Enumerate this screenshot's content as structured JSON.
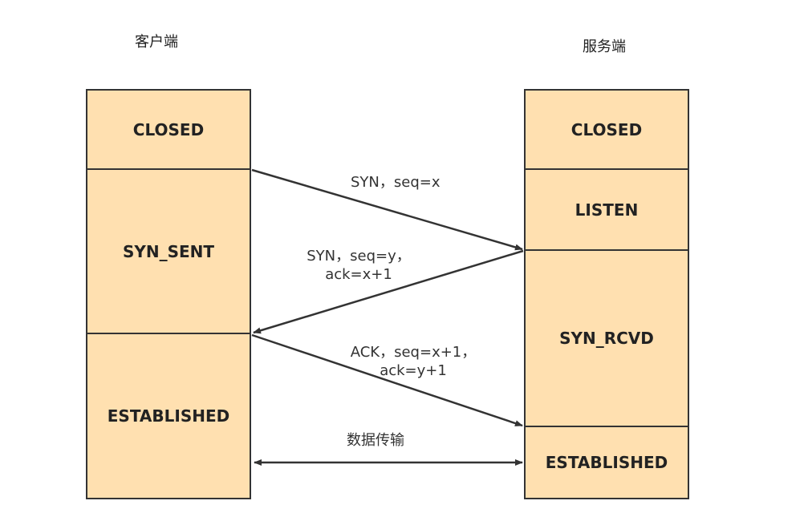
{
  "client": {
    "title": "客户端",
    "states": [
      "CLOSED",
      "SYN_SENT",
      "ESTABLISHED"
    ]
  },
  "server": {
    "title": "服务端",
    "states": [
      "CLOSED",
      "LISTEN",
      "SYN_RCVD",
      "ESTABLISHED"
    ]
  },
  "messages": {
    "syn": "SYN，seq=x",
    "synack_line1": "SYN，seq=y，",
    "synack_line2": "ack=x+1",
    "ack_line1": "ACK，seq=x+1，",
    "ack_line2": "ack=y+1",
    "data": "数据传输"
  },
  "colors": {
    "state_fill": "#FFE0B0",
    "stroke": "#333333"
  }
}
